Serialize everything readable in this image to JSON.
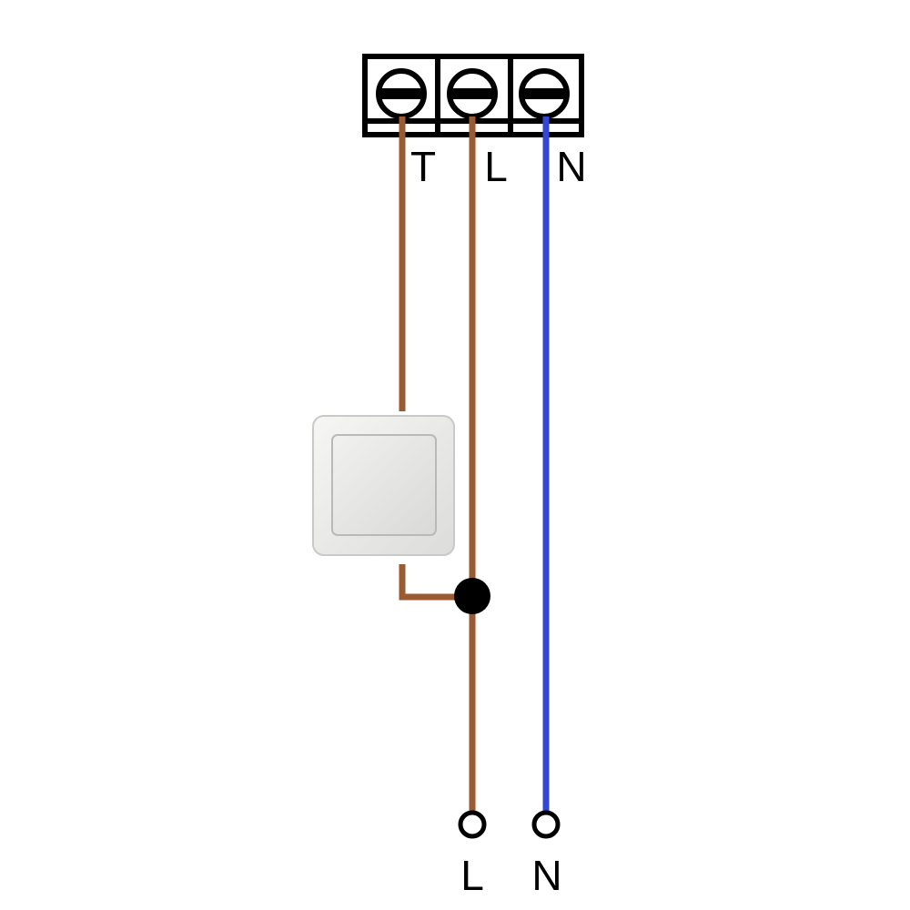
{
  "terminal_block": {
    "terminals": [
      {
        "label": "T"
      },
      {
        "label": "L"
      },
      {
        "label": "N"
      }
    ]
  },
  "supply": {
    "terminals": [
      {
        "label": "L"
      },
      {
        "label": "N"
      }
    ]
  },
  "colors": {
    "live_wire": "#9a5a32",
    "neutral_wire": "#3347d6",
    "outline": "#000000",
    "switch_plate": "#ebebea",
    "switch_rocker": "#e4e4e2"
  }
}
